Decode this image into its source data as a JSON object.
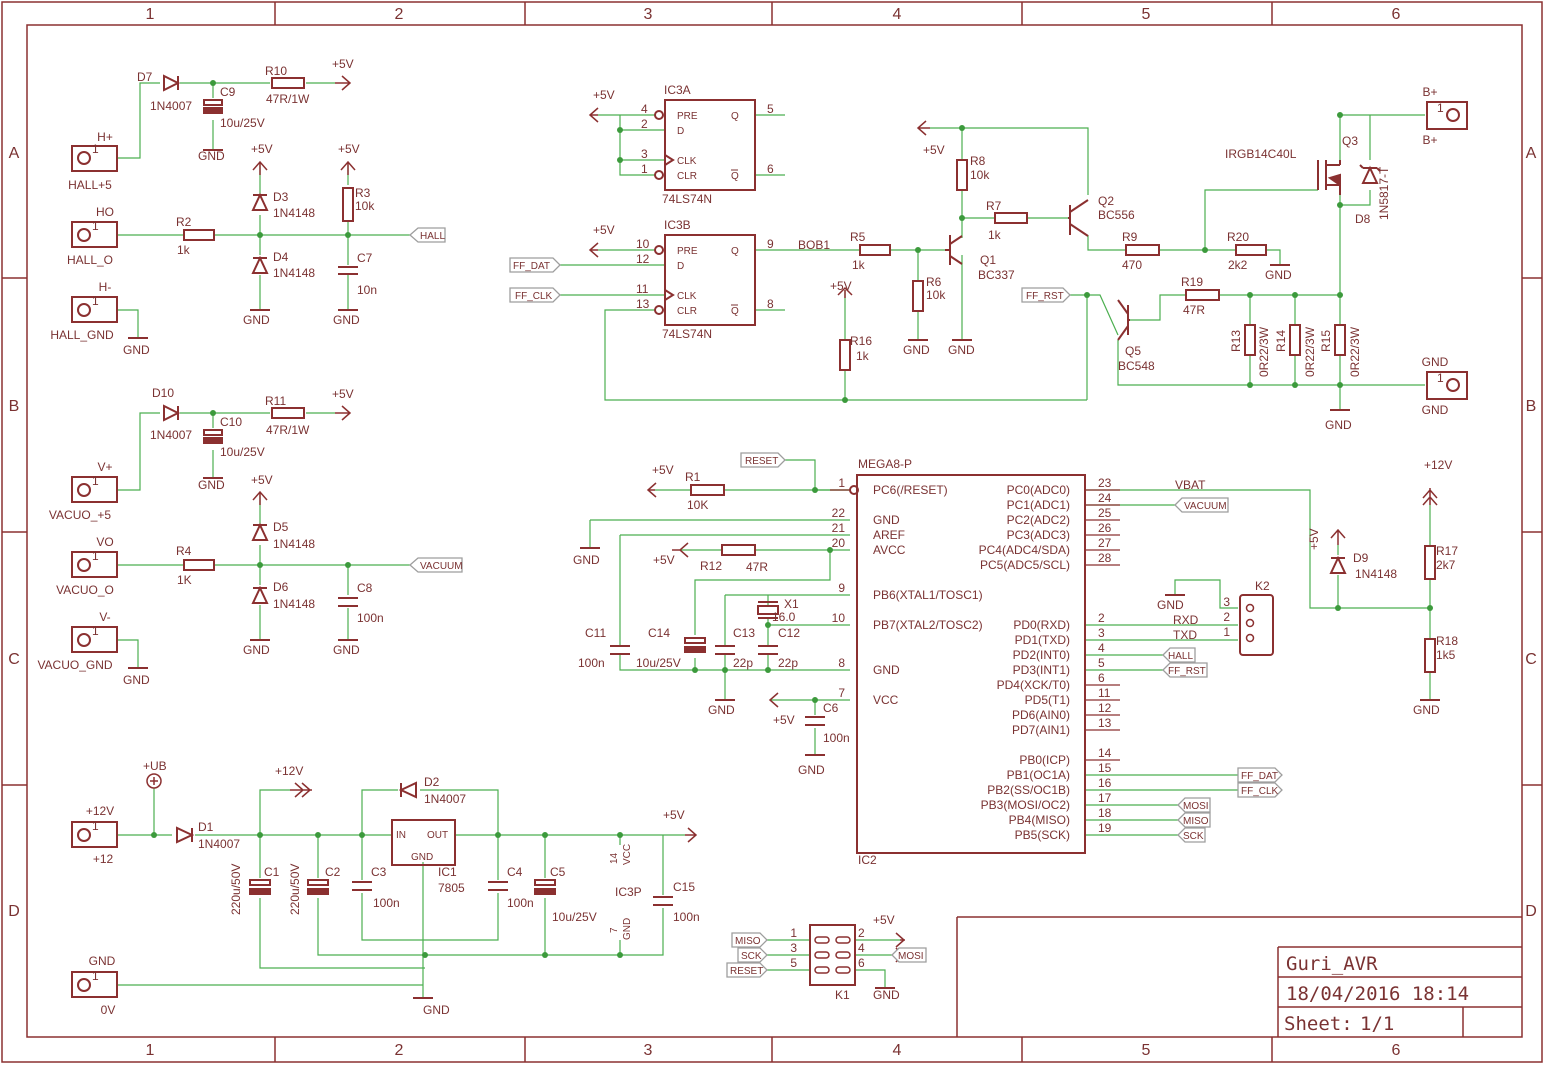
{
  "colors": {
    "frame": "#8b3030",
    "wire": "#4caf50",
    "part": "#8b3030",
    "text": "#7a3232",
    "junction": "#3c9a3c",
    "label_box": "#9e9e9e"
  },
  "frame": {
    "col_labels": [
      "1",
      "2",
      "3",
      "4",
      "5",
      "6"
    ],
    "row_labels": [
      "A",
      "B",
      "C",
      "D"
    ]
  },
  "title_block": {
    "title": "Guri_AVR",
    "datetime": "18/04/2016 18:14",
    "sheet_label": "Sheet:",
    "sheet_value": "1/1"
  },
  "connectors": {
    "hall_pos": {
      "pin": "1",
      "name": "H+",
      "label": "HALL+5"
    },
    "hall_out": {
      "pin": "1",
      "name": "HO",
      "label": "HALL_O"
    },
    "hall_gnd": {
      "pin": "1",
      "name": "H-",
      "label": "HALL_GND"
    },
    "vac_pos": {
      "pin": "1",
      "name": "V+",
      "label": "VACUO_+5"
    },
    "vac_out": {
      "pin": "1",
      "name": "VO",
      "label": "VACUO_O"
    },
    "vac_gnd": {
      "pin": "1",
      "name": "V-",
      "label": "VACUO_GND"
    },
    "p12": {
      "pin": "1",
      "name": "+12V",
      "label": "+12"
    },
    "p0v": {
      "pin": "1",
      "name": "GND",
      "label": "0V"
    },
    "bplus": {
      "pin": "1",
      "name": "B+",
      "label": "B+"
    },
    "gndout": {
      "pin": "1",
      "name": "GND",
      "label": "GND"
    }
  },
  "net_labels": {
    "hall": "HALL",
    "vacuum": "VACUUM",
    "ff_dat": "FF_DAT",
    "ff_clk": "FF_CLK",
    "ff_rst": "FF_RST",
    "reset": "RESET",
    "miso": "MISO",
    "mosi": "MOSI",
    "sck": "SCK"
  },
  "supplies": {
    "p5v": "+5V",
    "gnd": "GND",
    "p12v": "+12V",
    "pub": "+UB",
    "vbat": "VBAT",
    "bob1": "BOB1",
    "rxd": "RXD",
    "txd": "TXD"
  },
  "parts": {
    "D7": {
      "ref": "D7",
      "val": "1N4007"
    },
    "C9": {
      "ref": "C9",
      "val": "10u/25V"
    },
    "R10": {
      "ref": "R10",
      "val": "47R/1W"
    },
    "D3": {
      "ref": "D3",
      "val": "1N4148"
    },
    "D4": {
      "ref": "D4",
      "val": "1N4148"
    },
    "R2": {
      "ref": "R2",
      "val": "1k"
    },
    "R3": {
      "ref": "R3",
      "val": "10k"
    },
    "C7": {
      "ref": "C7",
      "val": "10n"
    },
    "D10": {
      "ref": "D10",
      "val": "1N4007"
    },
    "C10": {
      "ref": "C10",
      "val": "10u/25V"
    },
    "R11": {
      "ref": "R11",
      "val": "47R/1W"
    },
    "D5": {
      "ref": "D5",
      "val": "1N4148"
    },
    "D6": {
      "ref": "D6",
      "val": "1N4148"
    },
    "R4": {
      "ref": "R4",
      "val": "1K"
    },
    "C8": {
      "ref": "C8",
      "val": "100n"
    },
    "D1": {
      "ref": "D1",
      "val": "1N4007"
    },
    "D2": {
      "ref": "D2",
      "val": "1N4007"
    },
    "IC1": {
      "ref": "IC1",
      "val": "7805"
    },
    "C1": {
      "ref": "C1",
      "val": "220u/50V"
    },
    "C2": {
      "ref": "C2",
      "val": "220u/50V"
    },
    "C3": {
      "ref": "C3",
      "val": "100n"
    },
    "C4": {
      "ref": "C4",
      "val": "100n"
    },
    "C5": {
      "ref": "C5",
      "val": "10u/25V"
    },
    "C15": {
      "ref": "C15",
      "val": "100n"
    },
    "IC3P": {
      "ref": "IC3P",
      "val": ""
    },
    "IC3A": {
      "ref": "IC3A",
      "val": "74LS74N"
    },
    "IC3B": {
      "ref": "IC3B",
      "val": "74LS74N"
    },
    "R5": {
      "ref": "R5",
      "val": "1k"
    },
    "R6": {
      "ref": "R6",
      "val": "10k"
    },
    "R7": {
      "ref": "R7",
      "val": "1k"
    },
    "R8": {
      "ref": "R8",
      "val": "10k"
    },
    "R9": {
      "ref": "R9",
      "val": "470"
    },
    "R16": {
      "ref": "R16",
      "val": "1k"
    },
    "R19": {
      "ref": "R19",
      "val": "47R"
    },
    "R20": {
      "ref": "R20",
      "val": "2k2"
    },
    "R13": {
      "ref": "R13",
      "val": "0R22/3W"
    },
    "R14": {
      "ref": "R14",
      "val": "0R22/3W"
    },
    "R15": {
      "ref": "R15",
      "val": "0R22/3W"
    },
    "Q1": {
      "ref": "Q1",
      "val": "BC337"
    },
    "Q2": {
      "ref": "Q2",
      "val": "BC556"
    },
    "Q3": {
      "ref": "Q3",
      "val": "IRGB14C40L"
    },
    "Q5": {
      "ref": "Q5",
      "val": "BC548"
    },
    "D8": {
      "ref": "D8",
      "val": "1N5817-T"
    },
    "IC2": {
      "ref": "IC2",
      "val": "MEGA8-P"
    },
    "R1": {
      "ref": "R1",
      "val": "10K"
    },
    "R12": {
      "ref": "R12",
      "val": "47R"
    },
    "X1": {
      "ref": "X1",
      "val": "16.0"
    },
    "C11": {
      "ref": "C11",
      "val": "100n"
    },
    "C14": {
      "ref": "C14",
      "val": "10u/25V"
    },
    "C13": {
      "ref": "C13",
      "val": "22p"
    },
    "C12": {
      "ref": "C12",
      "val": "22p"
    },
    "C6": {
      "ref": "C6",
      "val": "100n"
    },
    "K2": {
      "ref": "K2",
      "val": ""
    },
    "K1": {
      "ref": "K1",
      "val": ""
    },
    "D9": {
      "ref": "D9",
      "val": "1N4148"
    },
    "R17": {
      "ref": "R17",
      "val": "2k7"
    },
    "R18": {
      "ref": "R18",
      "val": "1k5"
    }
  },
  "ff_pins": {
    "pre": "PRE",
    "d": "D",
    "clk": "CLK",
    "clr": "CLR",
    "q": "Q",
    "qn": "Q"
  },
  "ic1_pins": {
    "in": "IN",
    "out": "OUT",
    "gnd": "GND"
  },
  "ic3p_pins": {
    "vcc": "VCC",
    "gnd": "GND",
    "n14": "14",
    "n7": "7"
  },
  "mcu_left": [
    {
      "num": "1",
      "name": "PC6(/RESET)"
    },
    {
      "num": "22",
      "name": "GND"
    },
    {
      "num": "21",
      "name": "AREF"
    },
    {
      "num": "20",
      "name": "AVCC"
    },
    {
      "num": "9",
      "name": "PB6(XTAL1/TOSC1)"
    },
    {
      "num": "10",
      "name": "PB7(XTAL2/TOSC2)"
    },
    {
      "num": "8",
      "name": "GND"
    },
    {
      "num": "7",
      "name": "VCC"
    }
  ],
  "mcu_right": [
    {
      "num": "23",
      "name": "PC0(ADC0)"
    },
    {
      "num": "24",
      "name": "PC1(ADC1)"
    },
    {
      "num": "25",
      "name": "PC2(ADC2)"
    },
    {
      "num": "26",
      "name": "PC3(ADC3)"
    },
    {
      "num": "27",
      "name": "PC4(ADC4/SDA)"
    },
    {
      "num": "28",
      "name": "PC5(ADC5/SCL)"
    },
    {
      "num": "2",
      "name": "PD0(RXD)"
    },
    {
      "num": "3",
      "name": "PD1(TXD)"
    },
    {
      "num": "4",
      "name": "PD2(INT0)"
    },
    {
      "num": "5",
      "name": "PD3(INT1)"
    },
    {
      "num": "6",
      "name": "PD4(XCK/T0)"
    },
    {
      "num": "11",
      "name": "PD5(T1)"
    },
    {
      "num": "12",
      "name": "PD6(AIN0)"
    },
    {
      "num": "13",
      "name": "PD7(AIN1)"
    },
    {
      "num": "14",
      "name": "PB0(ICP)"
    },
    {
      "num": "15",
      "name": "PB1(OC1A)"
    },
    {
      "num": "16",
      "name": "PB2(SS/OC1B)"
    },
    {
      "num": "17",
      "name": "PB3(MOSI/OC2)"
    },
    {
      "num": "18",
      "name": "PB4(MISO)"
    },
    {
      "num": "19",
      "name": "PB5(SCK)"
    }
  ],
  "k2_pins": [
    "3",
    "2",
    "1"
  ],
  "k1_pins": [
    "1",
    "2",
    "3",
    "4",
    "5",
    "6"
  ],
  "pin_nums": {
    "ic3a_4": "4",
    "ic3a_2": "2",
    "ic3a_3": "3",
    "ic3a_1": "1",
    "ic3a_5": "5",
    "ic3a_6": "6",
    "ic3b_10": "10",
    "ic3b_12": "12",
    "ic3b_11": "11",
    "ic3b_13": "13",
    "ic3b_9": "9",
    "ic3b_8": "8"
  }
}
